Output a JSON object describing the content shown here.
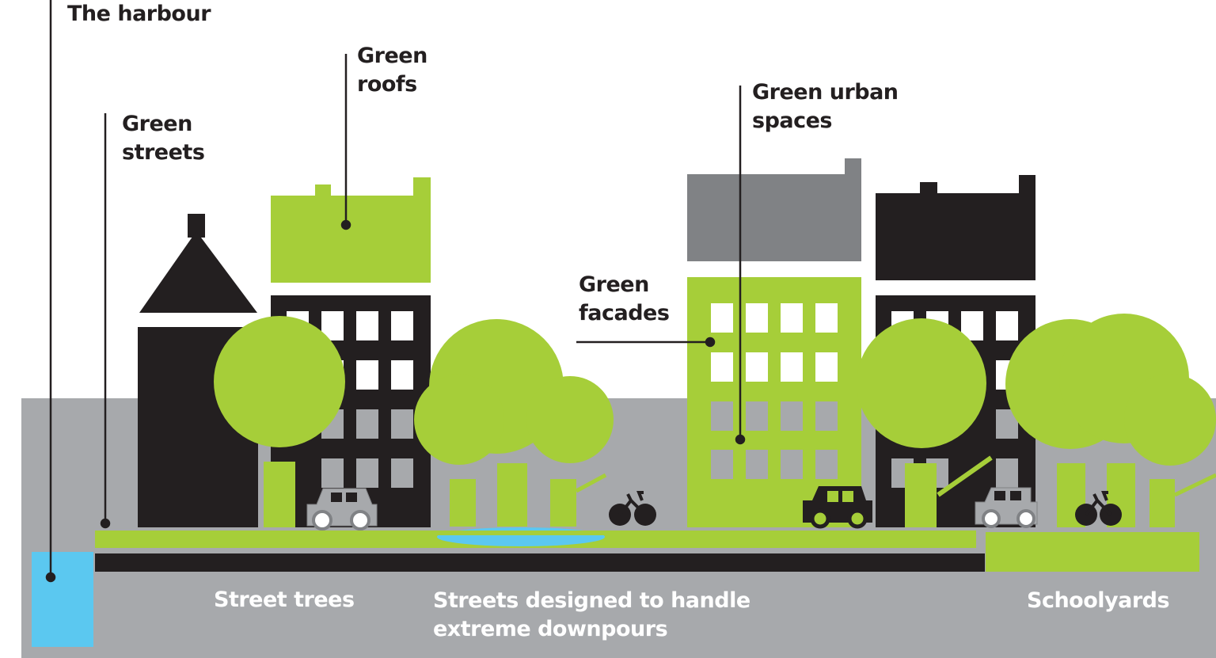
{
  "colors": {
    "green": "#a6ce39",
    "black": "#231f20",
    "gray_ground": "#a7a9ac",
    "gray_building": "#808285",
    "water": "#5bc8f0",
    "white": "#ffffff"
  },
  "callouts": {
    "harbour": "The harbour",
    "green_streets": [
      "Green",
      "streets"
    ],
    "green_roofs": [
      "Green",
      "roofs"
    ],
    "green_urban_spaces": [
      "Green urban",
      "spaces"
    ],
    "green_facades": [
      "Green",
      "facades"
    ]
  },
  "ground_labels": {
    "street_trees": "Street trees",
    "streets_downpours": [
      "Streets designed to handle",
      "extreme downpours"
    ],
    "schoolyards": "Schoolyards"
  },
  "icons": [
    "car-icon",
    "bicycle-icon",
    "tree-icon",
    "building-icon",
    "water-pool-icon"
  ]
}
